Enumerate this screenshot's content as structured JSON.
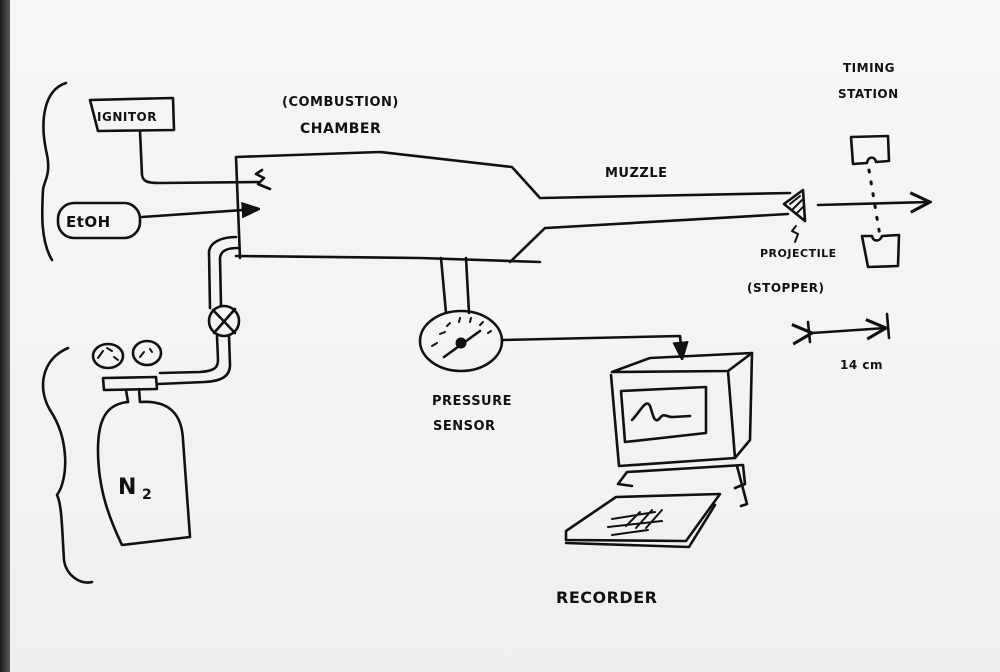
{
  "diagram": {
    "title": "Combustion launcher test setup sketch",
    "ink_color": "#111111",
    "paper_color": "#f4f4f2",
    "labels": {
      "igniter": "IGNITOR",
      "fuel": "EtOH",
      "chamber_line1": "(COMBUSTION)",
      "chamber_line2": "CHAMBER",
      "muzzle": "MUZZLE",
      "timing_line1": "TIMING",
      "timing_line2": "STATION",
      "projectile": "PROJECTILE",
      "stopper": "(STOPPER)",
      "distance": "14 cm",
      "pressure_line1": "PRESSURE",
      "pressure_line2": "SENSOR",
      "recorder": "RECORDER",
      "gas": "N",
      "gas_subscript": "2"
    },
    "components": [
      {
        "id": "igniter",
        "shape": "box",
        "connects_to": "chamber"
      },
      {
        "id": "fuel",
        "shape": "rounded-box",
        "connects_to": "chamber"
      },
      {
        "id": "gas-cylinder",
        "shape": "cylinder",
        "connects_to": "valve"
      },
      {
        "id": "valve",
        "shape": "circle-x",
        "connects_to": "chamber"
      },
      {
        "id": "chamber",
        "shape": "tube",
        "connects_to": "muzzle"
      },
      {
        "id": "muzzle",
        "shape": "barrel",
        "connects_to": "projectile"
      },
      {
        "id": "pressure-sensor",
        "shape": "gauge",
        "connects_to": "recorder"
      },
      {
        "id": "recorder",
        "shape": "computer"
      },
      {
        "id": "timing-station",
        "shape": "light-gate"
      }
    ]
  }
}
